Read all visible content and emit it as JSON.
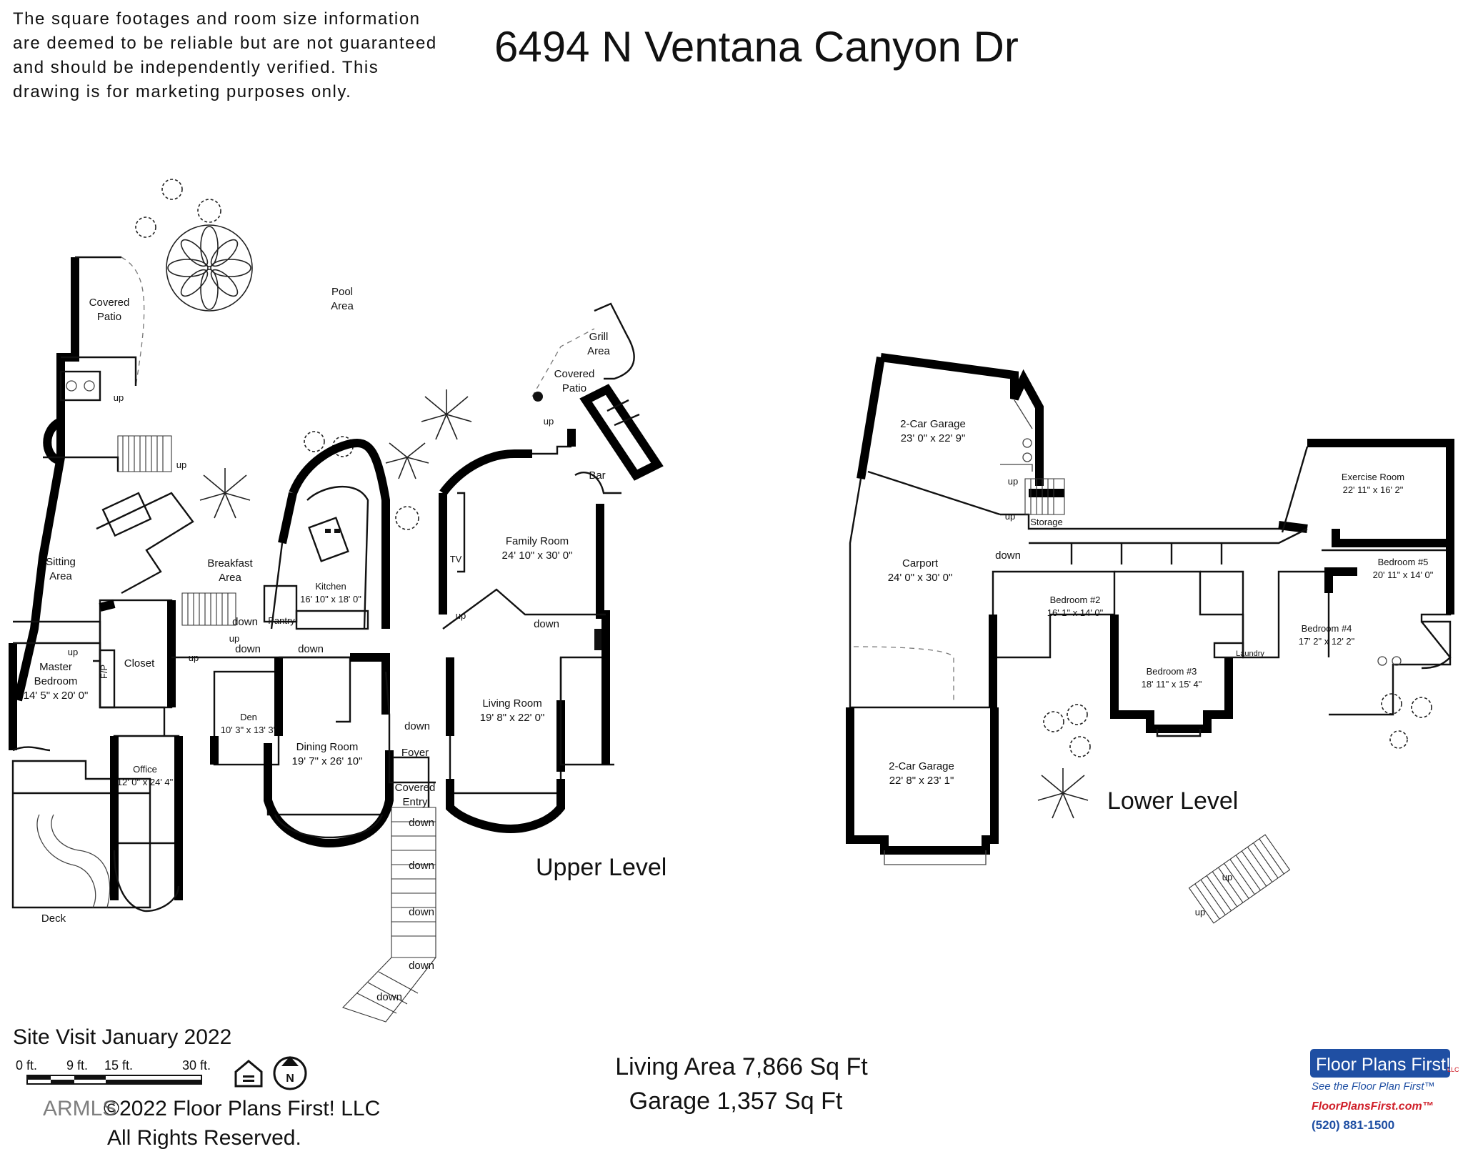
{
  "header": {
    "disclaimer_lines": [
      "The square footages and room size information",
      "are deemed to be reliable but are not guaranteed",
      "and should be independently verified. This",
      "drawing is for marketing purposes only."
    ],
    "address": "6494 N Ventana Canyon Dr"
  },
  "levels": {
    "upper": "Upper Level",
    "lower": "Lower Level"
  },
  "rooms": {
    "covered_patio_1": [
      "Covered",
      "Patio"
    ],
    "pool_area": [
      "Pool",
      "Area"
    ],
    "grill_area": [
      "Grill",
      "Area"
    ],
    "covered_patio_2": [
      "Covered",
      "Patio"
    ],
    "bar": "Bar",
    "sitting_area": [
      "Sitting",
      "Area"
    ],
    "breakfast_area": [
      "Breakfast",
      "Area"
    ],
    "kitchen": [
      "Kitchen",
      "16' 10\" x 18' 0\""
    ],
    "pantry": "Pantry",
    "family_room": [
      "Family Room",
      "24' 10\" x 30' 0\""
    ],
    "tv": "TV",
    "master_bedroom": [
      "Master",
      "Bedroom",
      "14' 5\" x 20' 0\""
    ],
    "closet": "Closet",
    "fp": "F/P",
    "den": [
      "Den",
      "10' 3\" x 13' 3\""
    ],
    "dining_room": [
      "Dining Room",
      "19' 7\" x 26' 10\""
    ],
    "living_room": [
      "Living Room",
      "19' 8\" x 22' 0\""
    ],
    "foyer": "Foyer",
    "covered_entry": [
      "Covered",
      "Entry"
    ],
    "office": [
      "Office",
      "12' 0\" x 24' 4\""
    ],
    "deck": "Deck",
    "garage_2car_1": [
      "2-Car Garage",
      "23' 0\" x 22' 9\""
    ],
    "carport": [
      "Carport",
      "24' 0\" x 30' 0\""
    ],
    "garage_2car_2": [
      "2-Car Garage",
      "22' 8\" x 23' 1\""
    ],
    "storage": "Storage",
    "exercise_room": [
      "Exercise Room",
      "22' 11\" x 16' 2\""
    ],
    "bedroom_5": [
      "Bedroom #5",
      "20' 11\" x 14' 0\""
    ],
    "bedroom_2": [
      "Bedroom #2",
      "16' 1\" x 14' 0\""
    ],
    "bedroom_4": [
      "Bedroom #4",
      "17' 2\" x 12' 2\""
    ],
    "bedroom_3": [
      "Bedroom #3",
      "18' 11\" x 15' 4\""
    ],
    "laundry": "Laundry"
  },
  "stair_labels": {
    "up": "up",
    "down": "down"
  },
  "footer": {
    "site_visit": "Site Visit January 2022",
    "scale_labels": [
      "0 ft.",
      "9 ft.",
      "15 ft.",
      "30 ft."
    ],
    "living_area": "Living Area 7,866 Sq Ft",
    "garage_area": "Garage 1,357 Sq Ft",
    "copyright_line1": "©2022 Floor Plans First! LLC",
    "copyright_line2": "All Rights Reserved.",
    "watermark": "ARMLS",
    "compass_letter": "N"
  },
  "brand": {
    "logo_text": "Floor Plans First!",
    "logo_suffix": "LLC",
    "tagline": "See the Floor Plan First™",
    "website": "FloorPlansFirst.com™",
    "phone": "(520) 881-1500",
    "blue": "#1f4fa3",
    "red": "#d0202a"
  }
}
